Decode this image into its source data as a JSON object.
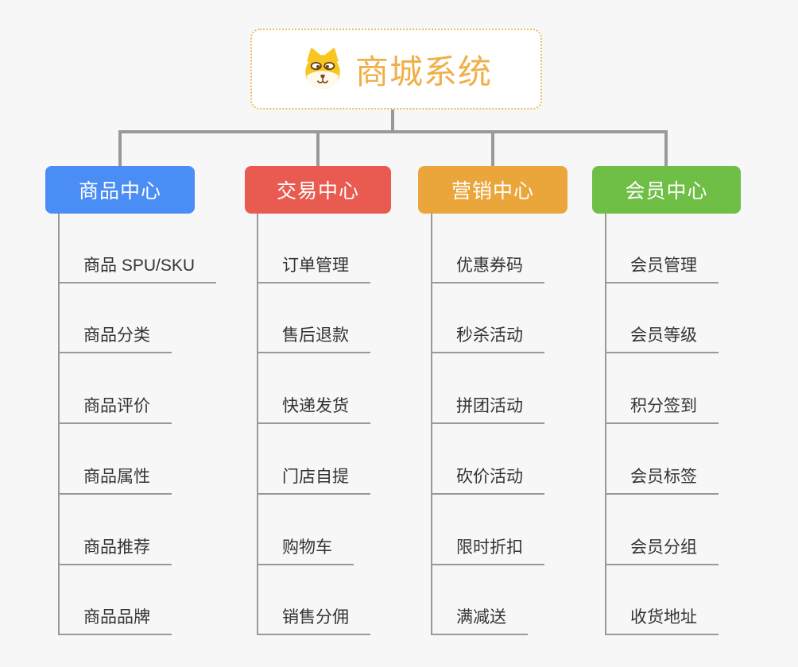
{
  "root": {
    "title": "商城系统",
    "icon": "shiba-dog-icon"
  },
  "branches": [
    {
      "label": "商品中心",
      "color": "#4a8df5",
      "children": [
        "商品 SPU/SKU",
        "商品分类",
        "商品评价",
        "商品属性",
        "商品推荐",
        "商品品牌"
      ]
    },
    {
      "label": "交易中心",
      "color": "#e95a50",
      "children": [
        "订单管理",
        "售后退款",
        "快递发货",
        "门店自提",
        "购物车",
        "销售分佣"
      ]
    },
    {
      "label": "营销中心",
      "color": "#eba63b",
      "children": [
        "优惠券码",
        "秒杀活动",
        "拼团活动",
        "砍价活动",
        "限时折扣",
        "满减送"
      ]
    },
    {
      "label": "会员中心",
      "color": "#6fbe45",
      "children": [
        "会员管理",
        "会员等级",
        "积分签到",
        "会员标签",
        "会员分组",
        "收货地址"
      ]
    }
  ],
  "colors": {
    "background": "#f7f7f7",
    "connector": "#999999",
    "root_border": "#f3b75f",
    "root_text": "#f0af49",
    "child_text": "#333333",
    "child_underline": "#999999"
  }
}
